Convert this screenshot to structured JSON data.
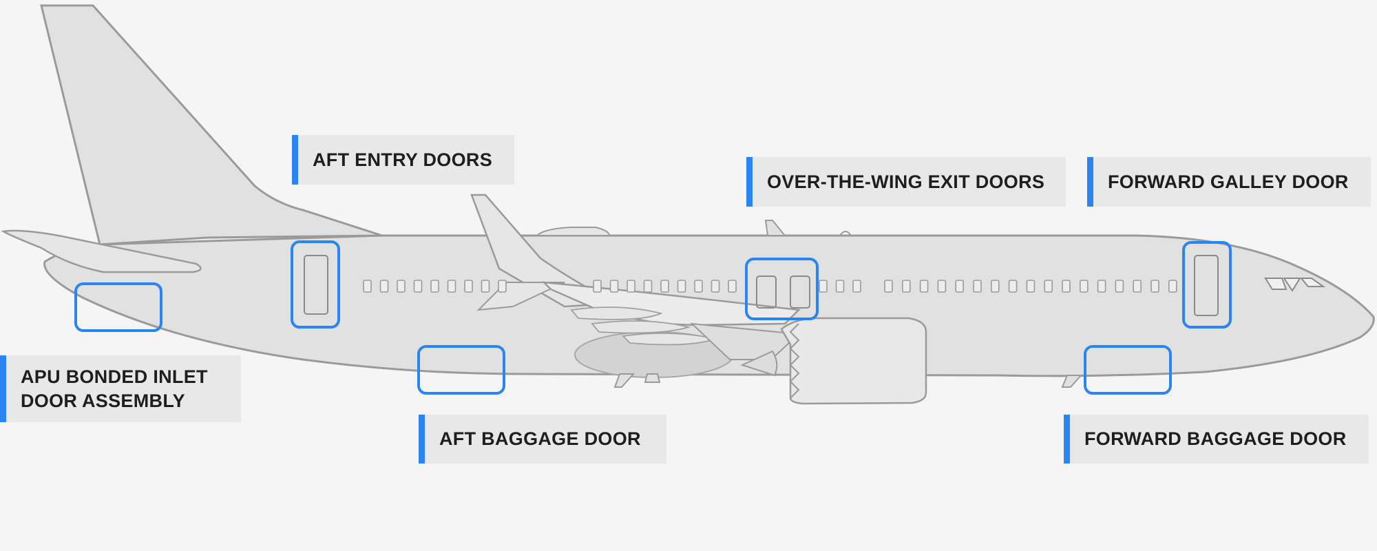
{
  "colors": {
    "background": "#f5f5f5",
    "fuselage": "#e1e1e1",
    "outline": "#9a9a9a",
    "highlight": "#2a85f0",
    "label_bg": "#e8e8e8",
    "label_text": "#1e1e1e"
  },
  "labels": {
    "aft_entry": "AFT ENTRY DOORS",
    "over_wing": "OVER-THE-WING EXIT DOORS",
    "forward_galley": "FORWARD GALLEY DOOR",
    "apu_inlet": "APU BONDED INLET\nDOOR ASSEMBLY",
    "aft_baggage": "AFT BAGGAGE DOOR",
    "forward_baggage": "FORWARD BAGGAGE DOOR"
  }
}
